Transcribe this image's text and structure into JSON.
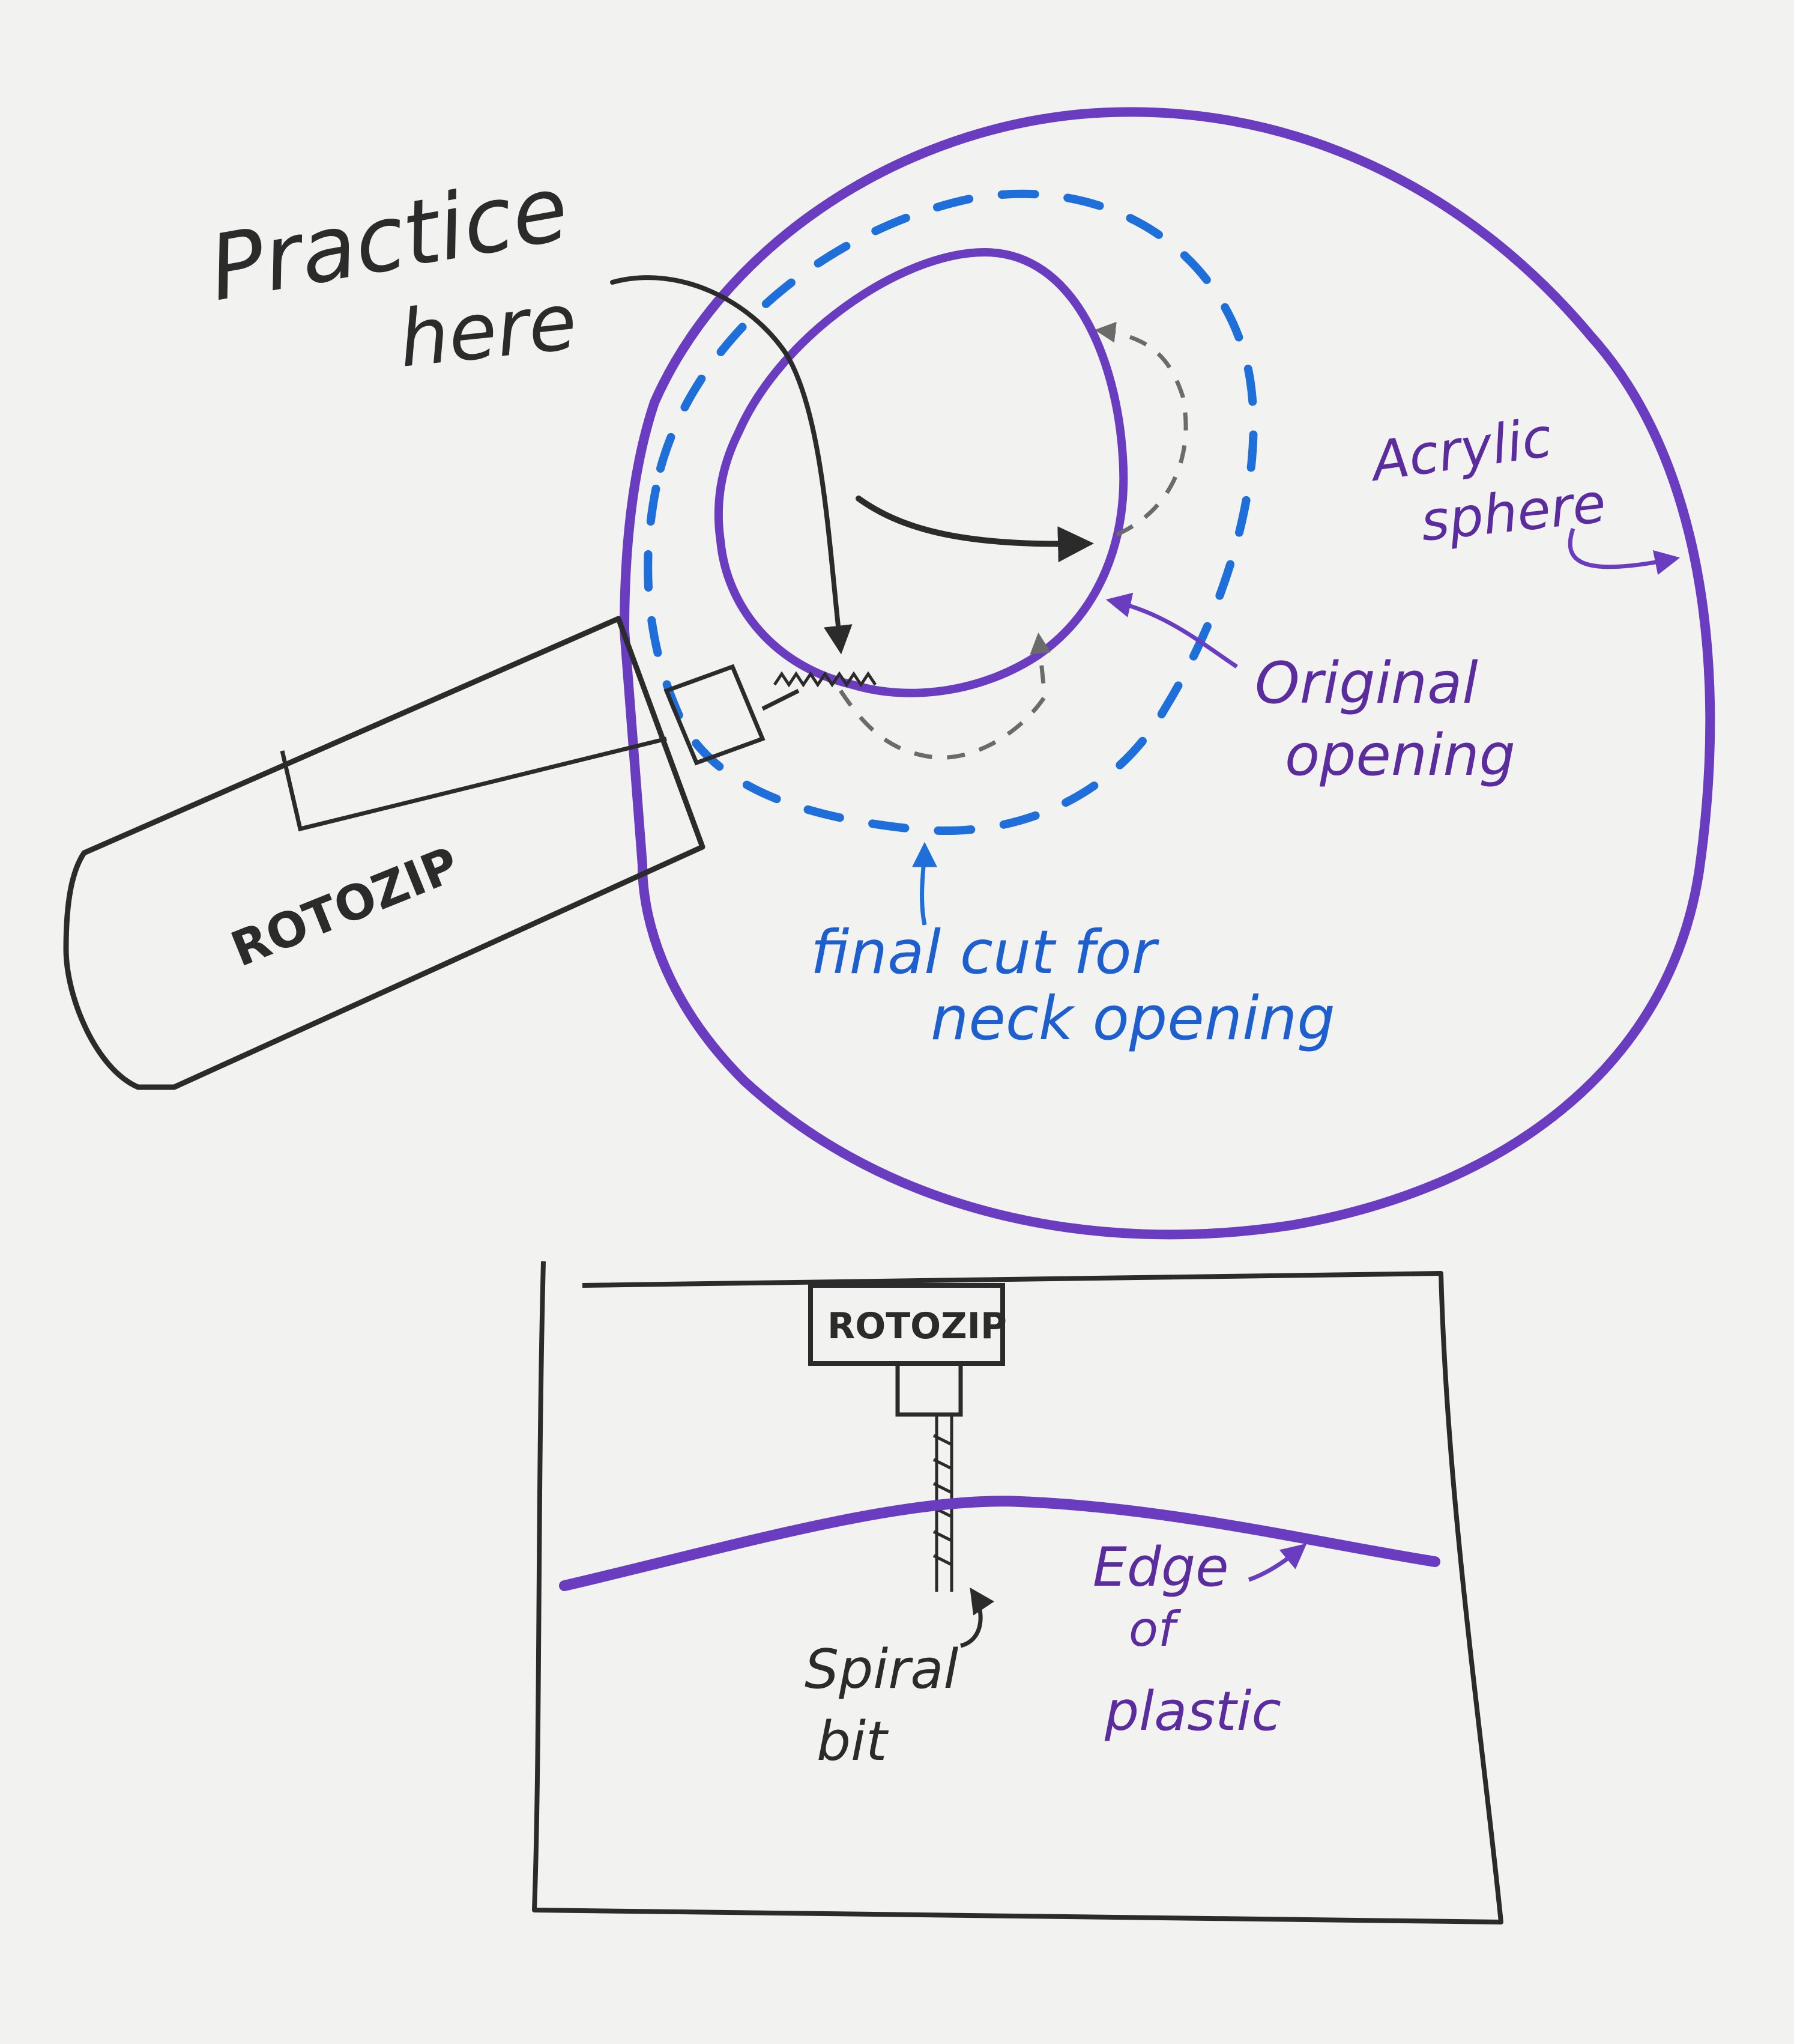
{
  "labels": {
    "practice_line1": "Practice",
    "practice_line2": "here",
    "acrylic_line1": "Acrylic",
    "acrylic_line2": "sphere",
    "original_line1": "Original",
    "original_line2": "opening",
    "final_line1": "final cut for",
    "final_line2": "neck opening",
    "rotozip_top": "ROTOZIP",
    "rotozip_bottom": "ROTOZIP",
    "spiral_line1": "Spiral",
    "spiral_line2": "bit",
    "edge_line1": "Edge",
    "edge_line2": "of",
    "edge_line3": "plastic"
  },
  "colors": {
    "whiteboard": "#f2f3f1",
    "black_marker": "#2b2b2b",
    "purple_marker": "#6a3cc0",
    "blue_marker": "#1e6fd9",
    "gray_marker": "#6b6b6b"
  }
}
